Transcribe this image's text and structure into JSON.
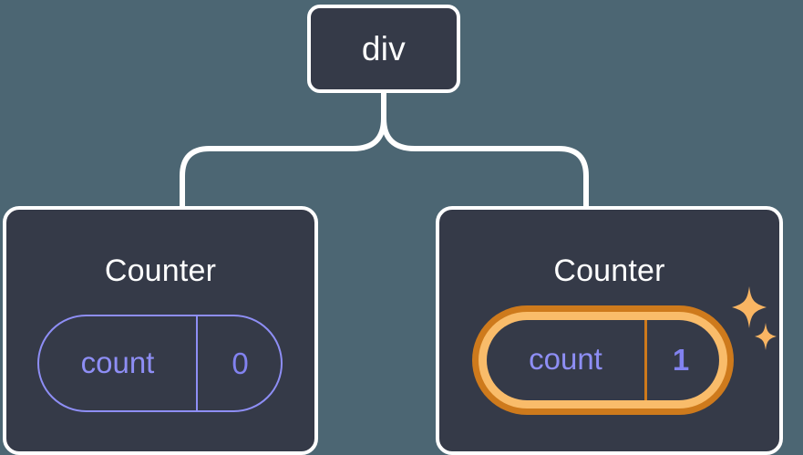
{
  "diagram": {
    "type": "component-tree",
    "background_color": "#4c6673",
    "node_fill_color": "#353a48",
    "node_border_color": "#ffffff",
    "accent_purple": "#8e8ef5",
    "accent_purple_bold": "#8282f0",
    "highlight_orange_outer": "#ce7a1c",
    "highlight_orange_inner": "#f9bc6a",
    "connector_color": "#ffffff"
  },
  "root": {
    "label": "div"
  },
  "children": [
    {
      "title": "Counter",
      "state": {
        "key": "count",
        "value": "0"
      },
      "highlighted": false
    },
    {
      "title": "Counter",
      "state": {
        "key": "count",
        "value": "1"
      },
      "highlighted": true,
      "sparkle_icons": [
        "sparkle-large",
        "sparkle-small"
      ]
    }
  ]
}
